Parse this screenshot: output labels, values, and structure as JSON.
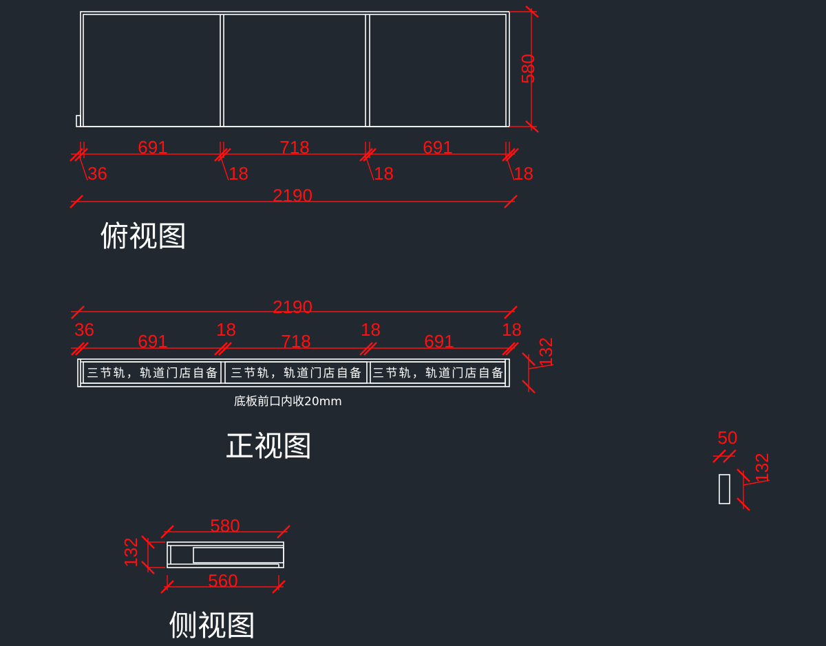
{
  "top_view": {
    "title": "俯视图",
    "depth": "580",
    "widths": [
      "691",
      "718",
      "691"
    ],
    "panels": [
      "36",
      "18",
      "18",
      "18"
    ],
    "total": "2190"
  },
  "front_view": {
    "title": "正视图",
    "total": "2190",
    "panels": [
      "36",
      "18",
      "18",
      "18"
    ],
    "widths": [
      "691",
      "718",
      "691"
    ],
    "height": "132",
    "drawer_labels": [
      "三节轨，轨道门店自备",
      "三节轨，轨道门店自备",
      "三节轨，轨道门店自备"
    ],
    "note": "底板前口内收20mm"
  },
  "side_view": {
    "title": "侧视图",
    "top_width": "580",
    "bottom_width": "560",
    "height": "132"
  },
  "detail": {
    "width": "50",
    "height": "132"
  }
}
